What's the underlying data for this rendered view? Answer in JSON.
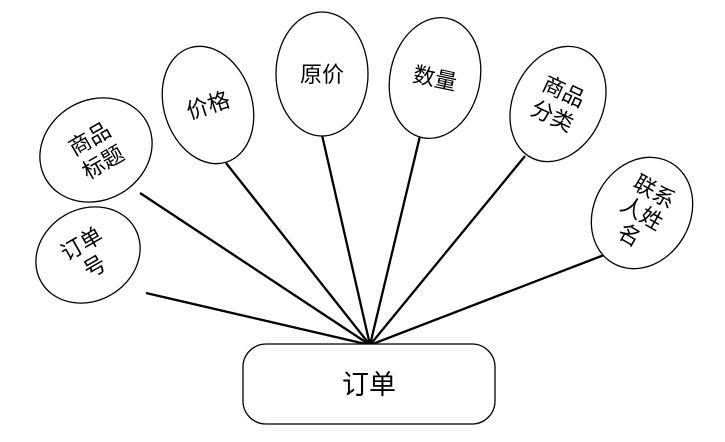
{
  "entity": {
    "label": "订单"
  },
  "attributes": [
    {
      "id": "order-number",
      "lines": [
        "订单",
        "号"
      ]
    },
    {
      "id": "product-title",
      "lines": [
        "商品",
        "标题"
      ]
    },
    {
      "id": "price",
      "lines": [
        "价格"
      ]
    },
    {
      "id": "original-price",
      "lines": [
        "原价"
      ]
    },
    {
      "id": "quantity",
      "lines": [
        "数量"
      ]
    },
    {
      "id": "product-category",
      "lines": [
        "商品",
        "分类"
      ]
    },
    {
      "id": "contact-name",
      "lines": [
        "联系",
        "人姓",
        "名"
      ]
    }
  ]
}
